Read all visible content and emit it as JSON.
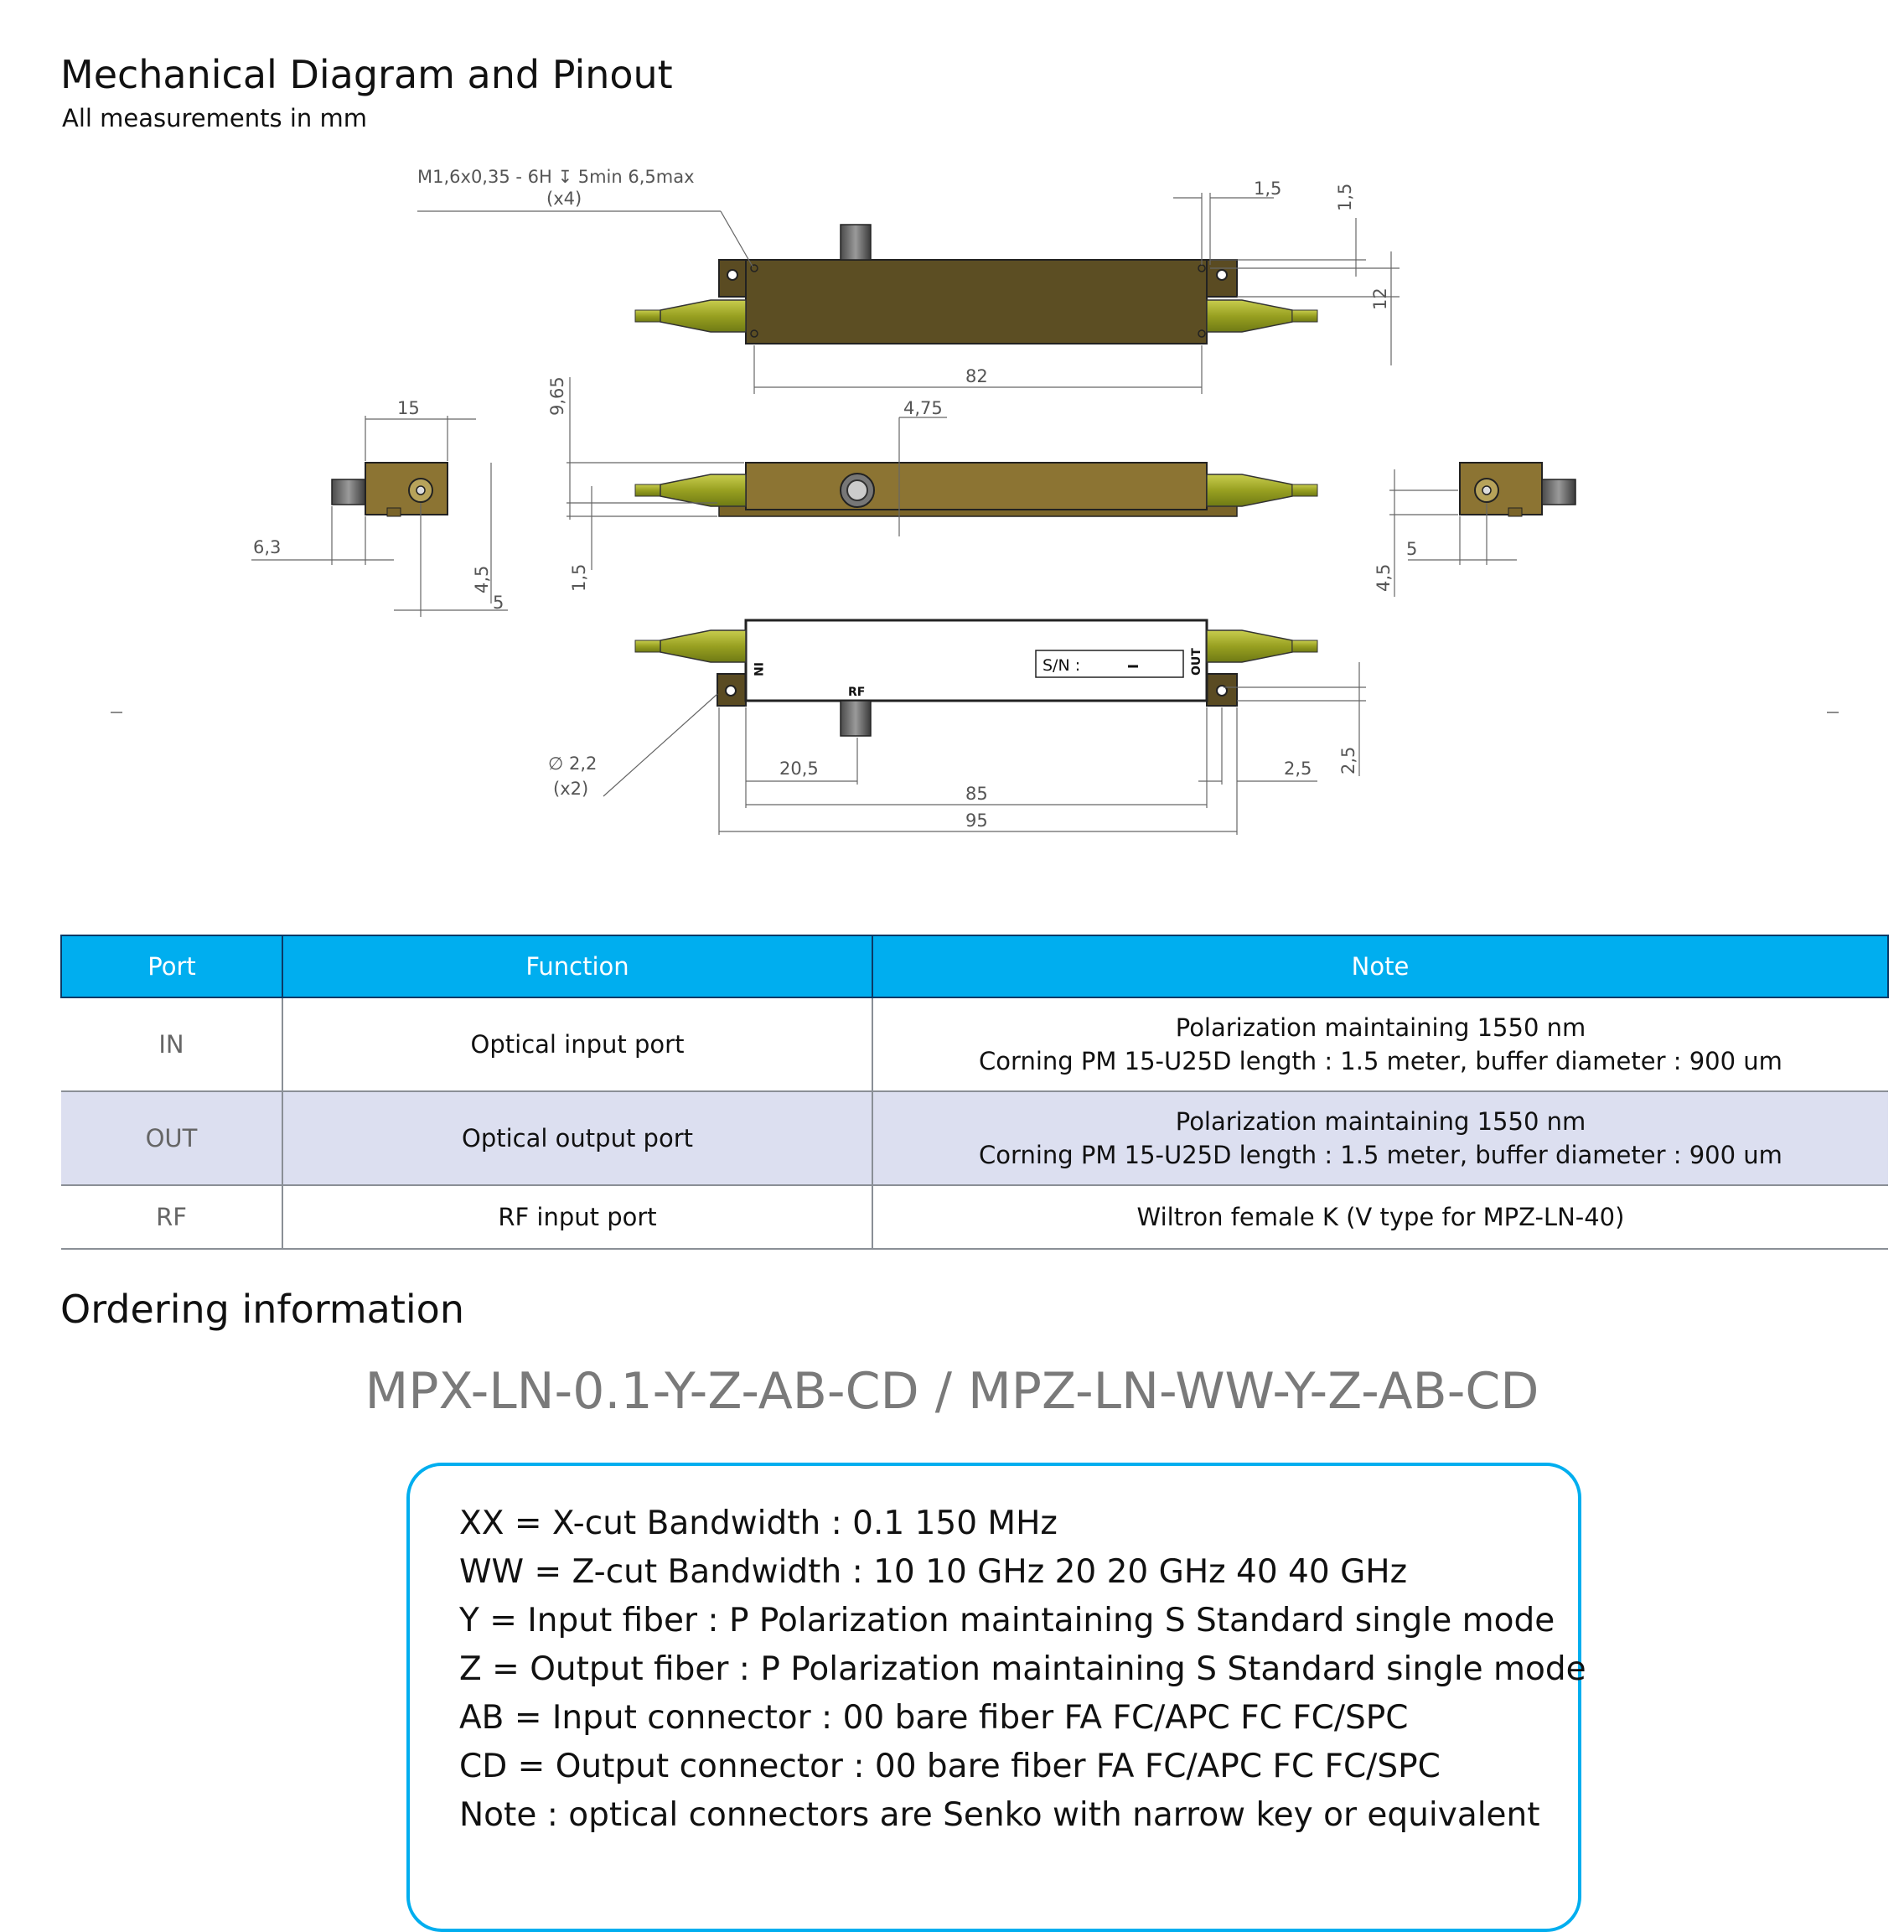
{
  "header": {
    "title": "Mechanical Diagram and Pinout",
    "subtitle": "All measurements in mm"
  },
  "diagram": {
    "thread_note": "M1,6x0,35 - 6H ↧ 5min 6,5max",
    "thread_count": "(x4)",
    "hole_note": "∅ 2,2",
    "hole_count": "(x2)",
    "dims": {
      "d1_5_top": "1,5",
      "d1_5_vert": "1,5",
      "d12": "12",
      "d82": "82",
      "d9_65": "9,65",
      "d4_75": "4,75",
      "d15": "15",
      "d6_3": "6,3",
      "d4_5_left": "4,5",
      "d5_left": "5",
      "d1_5_side": "1,5",
      "d5_right": "5",
      "d4_5_right": "4,5",
      "d20_5": "20,5",
      "d85": "85",
      "d95": "95",
      "d2_5_h": "2,5",
      "d2_5_v": "2,5"
    },
    "labels": {
      "in": "IN",
      "out": "OUT",
      "rf": "RF",
      "sn": "S/N :"
    }
  },
  "pin_table": {
    "headers": [
      "Port",
      "Function",
      "Note"
    ],
    "rows": [
      {
        "port": "IN",
        "function": "Optical input port",
        "note_line1": "Polarization maintaining 1550 nm",
        "note_line2": "Corning PM 15-U25D length : 1.5 meter, buffer diameter : 900 um"
      },
      {
        "port": "OUT",
        "function": "Optical output port",
        "note_line1": "Polarization maintaining 1550 nm",
        "note_line2": "Corning PM 15-U25D length : 1.5 meter, buffer diameter : 900 um"
      },
      {
        "port": "RF",
        "function": "RF input port",
        "note_line1": "Wiltron female K (V type for MPZ-LN-40)"
      }
    ]
  },
  "ordering": {
    "title": "Ordering information",
    "code": "MPX-LN-0.1-Y-Z-AB-CD / MPZ-LN-WW-Y-Z-AB-CD",
    "options": [
      "XX = X-cut Bandwidth :  0.1 150 MHz",
      "WW = Z-cut Bandwidth :  10 10 GHz  20 20 GHz 40 40 GHz",
      "Y = Input fiber :  P Polarization maintaining  S Standard single mode",
      "Z = Output fiber :  P Polarization maintaining  S Standard single mode",
      "AB = Input connector :  00 bare fiber  FA FC/APC  FC FC/SPC",
      "CD = Output connector :  00 bare fiber  FA FC/APC  FC FC/SPC",
      "Note : optical connectors are Senko with narrow key or equivalent"
    ]
  },
  "colors": {
    "accent": "#00aeef",
    "body_top": "#5c4e23",
    "body_side": "#8c7433",
    "fiber": "#a8b02c"
  }
}
